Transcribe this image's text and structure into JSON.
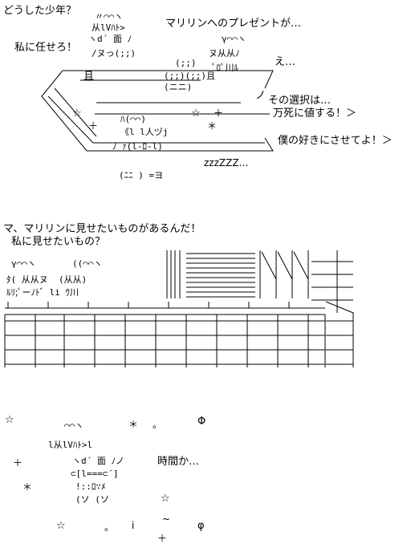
{
  "scene1": {
    "line_boy": "どうした少年？",
    "line_marilyn_present": "マリリンへのプレゼントが…",
    "line_leave_it": "私に任せろ！",
    "line_eh": "え…",
    "line_choice": "その選択は…",
    "line_deserves_death": "万死に値する！＞",
    "line_whatever": "僕の好きにさせてよ！＞",
    "art_hair_left": "〃⌒⌒ヽ",
    "art_face_left": "从lVﾊﾄ>",
    "art_mouth_left": "ヽd´ 面 ﾉ",
    "art_arm_left": "/ヌっ(;;) ",
    "art_plate": "且",
    "art_cakes_top": "(;;)",
    "art_cakes_mid": "(;;)(;;)且",
    "art_cakes_bottom": "(ニニ)",
    "art_hair_right": "γ⌒⌒ヽ",
    "art_face_right": "ヌ从从ﾉ",
    "art_body_right": "ﾟﾛﾟ川ﾙ",
    "art_hand_table": "ノ",
    "art_sleeper_hair": "ﾊ(⌒⌒)",
    "art_sleeper_face": "《l l人ヅj",
    "art_sleeper_body": "ﾉ ｧ(l-ﾛ-l)",
    "art_sleeper_arms": "(ﾆﾆ ) =ヨ",
    "art_zzz": "zzzZZZ…",
    "stars": [
      "☆",
      "☆",
      "＊",
      "＋",
      "＋"
    ]
  },
  "scene2": {
    "line_show": "マ、マリリンに見せたいものがあるんだ！",
    "line_what": "私に見せたいもの？",
    "art_heads_left": "γ⌒⌒ヽ",
    "art_heads_right": "((⌒⌒ヽ",
    "art_faces": "ﾀ( 从从ヌ  (从从)",
    "art_bodies": "ﾙﾘ;ﾟーﾉﾄﾞ li ｳ川",
    "art_slashes": "/ / / /"
  },
  "scene3": {
    "line_time": "時間か…",
    "art_hair": "⌒⌒ヽ",
    "art_face": "l从lVﾊﾄ>l",
    "art_mouth": "ヽd´ 面 ﾉノ",
    "art_cake": "⊂[l===⊂´]",
    "art_legs": "!::ﾛ∵ﾒ",
    "art_feet": "(ソ (ソ",
    "stars": [
      "☆",
      "☆",
      "☆",
      "＊",
      "＊",
      "。",
      "。",
      "Φ",
      "φ",
      "＋",
      "＋",
      "i",
      "~"
    ]
  }
}
